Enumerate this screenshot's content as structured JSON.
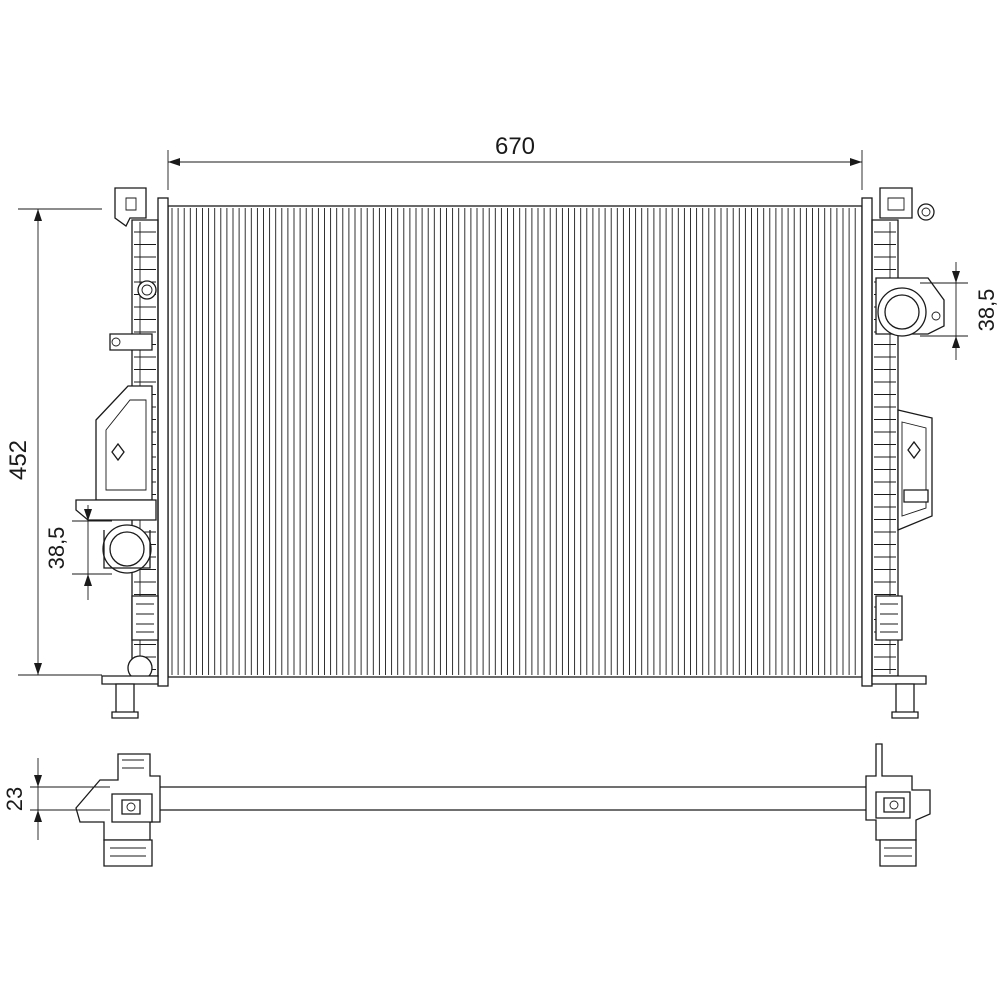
{
  "dimensions": {
    "width": "670",
    "height": "452",
    "depth": "23",
    "outlet_left": "38,5",
    "outlet_right": "38,5"
  },
  "colors": {
    "line": "#1a1a1a",
    "background": "#ffffff"
  }
}
